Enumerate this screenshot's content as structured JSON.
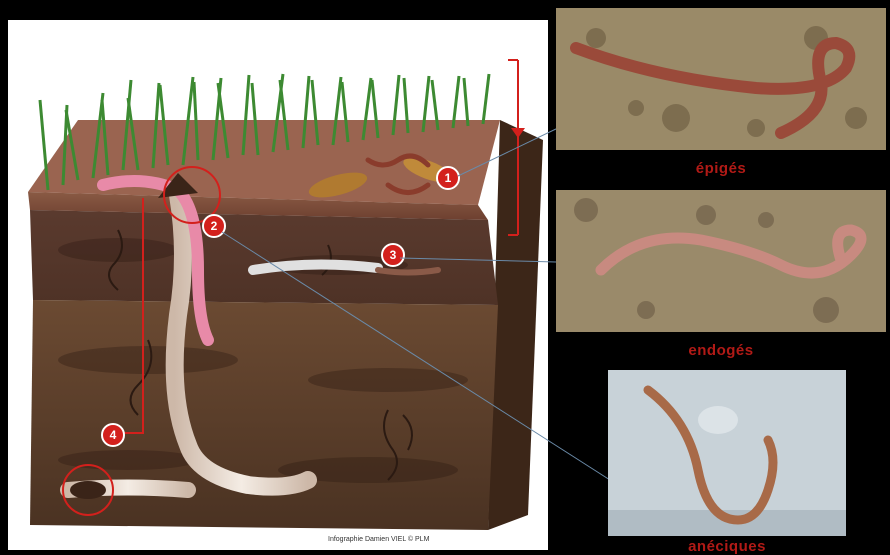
{
  "markers": [
    "1",
    "2",
    "3",
    "4"
  ],
  "captions": {
    "epiges": "épigés",
    "endoges": "endogés",
    "aneciques": "anéciques"
  },
  "credit": "Infographie Damien VIEL © PLM",
  "colors": {
    "marker": "#d3201c",
    "caption": "#b11a16",
    "worm_epige": "#8a3c2c",
    "worm_anecique": "#e88aa8"
  },
  "icons": [
    "soil-block-illustration",
    "earthworm-photo"
  ]
}
